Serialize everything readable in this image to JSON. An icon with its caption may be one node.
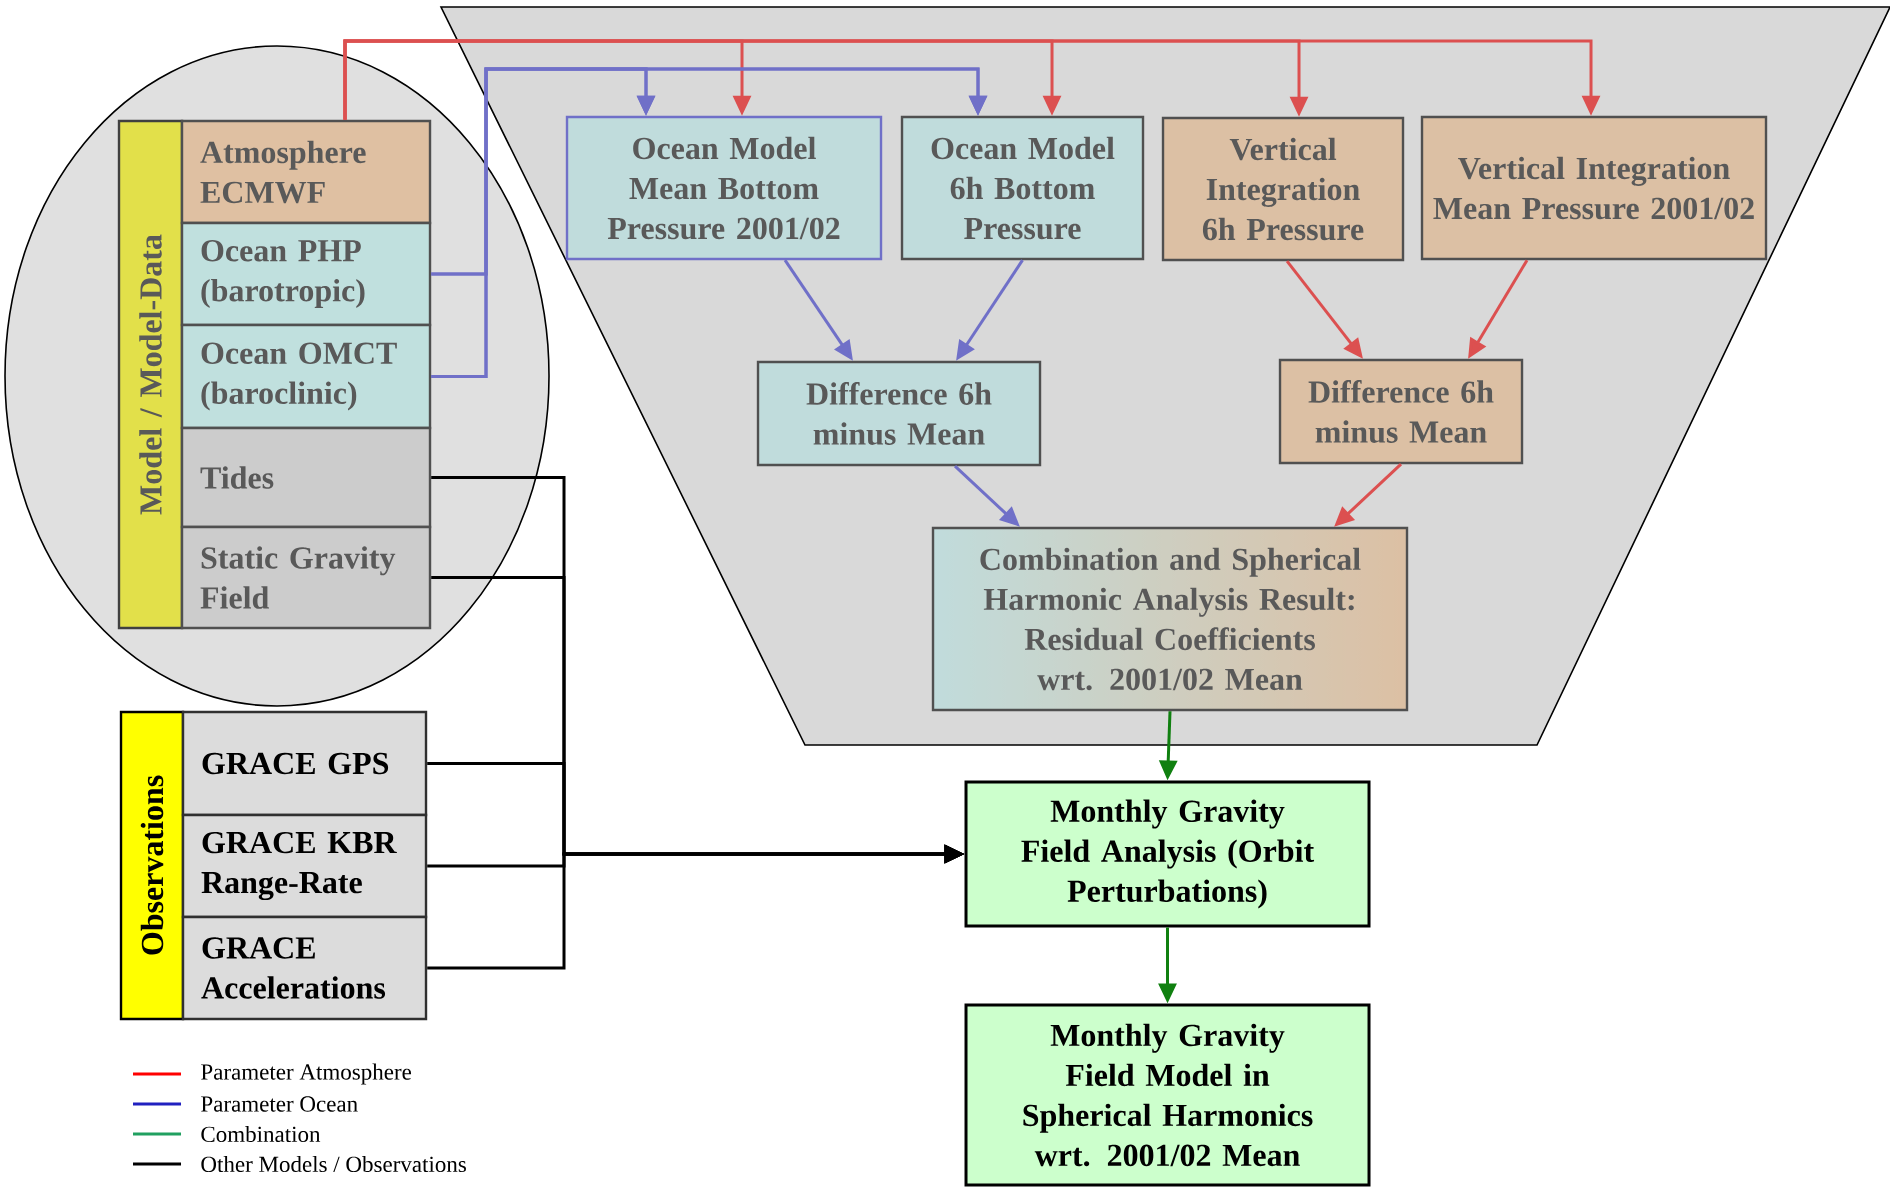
{
  "diagram": {
    "nodes": [
      {
        "text": [
          "Model / Model-Data"
        ]
      },
      {
        "text": [
          "Atmosphere ECMWF"
        ]
      },
      {
        "text": [
          "Ocean PHP (barotropic)"
        ]
      },
      {
        "text": [
          "Ocean OMCT (baroclinic)"
        ]
      },
      {
        "text": [
          "Tides"
        ]
      },
      {
        "text": [
          "Static Gravity Field"
        ]
      },
      {
        "text": [
          "Observations"
        ]
      },
      {
        "text": [
          "GRACE GPS"
        ]
      },
      {
        "text": [
          "GRACE KBR Range-Rate"
        ]
      },
      {
        "text": [
          "GRACE Accelerations"
        ]
      },
      {
        "text": [
          "Ocean Model Mean Bottom Pressure 2001/02"
        ]
      },
      {
        "text": [
          "Ocean Model 6h Bottom Pressure"
        ]
      },
      {
        "text": [
          "Vertical Integration 6h Pressure"
        ]
      },
      {
        "text": [
          "Vertical Integration Mean Pressure 2001/02"
        ]
      },
      {
        "text": [
          "Difference 6h minus Mean"
        ]
      },
      {
        "text": [
          "Difference 6h minus Mean"
        ]
      },
      {
        "text": [
          "Combination and Spherical Harmonic Analysis Result: Residual Coefficients wrt. 2001/02 Mean"
        ]
      },
      {
        "text": [
          "Monthly Gravity Field Analysis (Orbit Perturbations)"
        ]
      },
      {
        "text": [
          "Monthly Gravity Field Model in Spherical Harmonics wrt. 2001/02 Mean"
        ]
      }
    ],
    "edges": [
      {
        "from": 1,
        "to": 10,
        "arrow": "to",
        "color": "#dc5050"
      },
      {
        "from": 1,
        "to": 11,
        "arrow": "to",
        "color": "#dc5050"
      },
      {
        "from": 1,
        "to": 12,
        "arrow": "to",
        "color": "#dc5050"
      },
      {
        "from": 1,
        "to": 13,
        "arrow": "to",
        "color": "#dc5050"
      },
      {
        "from": 2,
        "to": 10,
        "arrow": "to",
        "color": "#7070c8"
      },
      {
        "from": 2,
        "to": 11,
        "arrow": "to",
        "color": "#7070c8"
      },
      {
        "from": 3,
        "to": 10,
        "arrow": "to",
        "color": "#7070c8"
      },
      {
        "from": 3,
        "to": 11,
        "arrow": "to",
        "color": "#7070c8"
      },
      {
        "from": 10,
        "to": 14,
        "arrow": "to",
        "color": "#7070c8"
      },
      {
        "from": 11,
        "to": 14,
        "arrow": "to",
        "color": "#7070c8"
      },
      {
        "from": 12,
        "to": 15,
        "arrow": "to",
        "color": "#dc5050"
      },
      {
        "from": 13,
        "to": 15,
        "arrow": "to",
        "color": "#dc5050"
      },
      {
        "from": 14,
        "to": 16,
        "arrow": "to",
        "color": "#7070c8"
      },
      {
        "from": 15,
        "to": 16,
        "arrow": "to",
        "color": "#dc5050"
      },
      {
        "from": 16,
        "to": 17,
        "arrow": "to",
        "color": "#108010"
      },
      {
        "from": 17,
        "to": 18,
        "arrow": "to",
        "color": "#108010"
      },
      {
        "from": 4,
        "to": 17,
        "arrow": "to",
        "color": "#000000"
      },
      {
        "from": 5,
        "to": 17,
        "arrow": "to",
        "color": "#000000"
      },
      {
        "from": 7,
        "to": 17,
        "arrow": "to",
        "color": "#000000"
      },
      {
        "from": 8,
        "to": 17,
        "arrow": "to",
        "color": "#000000"
      },
      {
        "from": 9,
        "to": 17,
        "arrow": "to",
        "color": "#000000"
      }
    ],
    "legend": [
      {
        "text": "Parameter Atmosphere",
        "color": "#ff0000"
      },
      {
        "text": "Parameter Ocean",
        "color": "#2020c0"
      },
      {
        "text": "Combination",
        "color": "#20a060"
      },
      {
        "text": "Other Models / Observations",
        "color": "#000000"
      }
    ]
  }
}
